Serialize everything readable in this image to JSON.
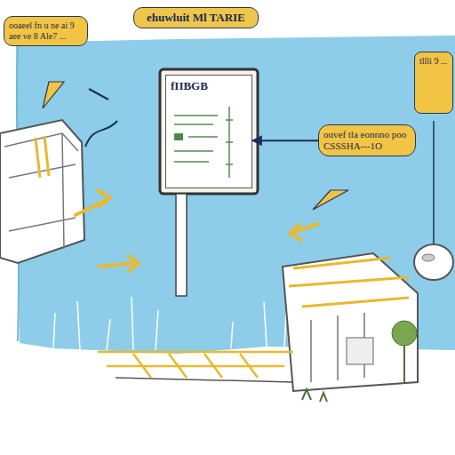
{
  "diagram": {
    "title": "ehuwluit Ml TARIE",
    "nodes": [
      {
        "text": [
          "ooaeel fn u ne ai 9 aee ve 8 Ale7 ..."
        ]
      },
      {
        "text": [
          "tllli 9 ..."
        ]
      },
      {
        "text": [
          "fIIBGB"
        ]
      },
      {
        "text": [
          "ouvef tla eonnno poo CSSSHA---1O"
        ]
      }
    ],
    "edges": [
      {
        "from": 3,
        "to": 2,
        "arrow": "to"
      }
    ]
  }
}
